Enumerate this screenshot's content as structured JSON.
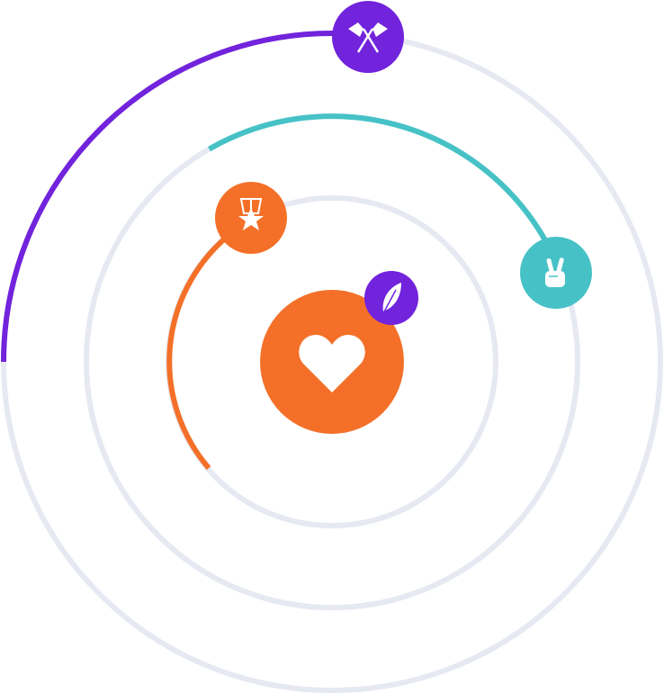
{
  "colors": {
    "ring": "#E6E9F2",
    "purple": "#7223DC",
    "teal": "#46C2C6",
    "orange": "#F47028",
    "icon": "#FFFFFF"
  },
  "nodes": [
    {
      "icon": "heart-icon",
      "color": "orange"
    },
    {
      "icon": "feather-icon",
      "color": "purple"
    },
    {
      "icon": "medal-icon",
      "color": "orange"
    },
    {
      "icon": "crossed-flags-icon",
      "color": "purple"
    },
    {
      "icon": "peace-hand-icon",
      "color": "teal"
    }
  ]
}
